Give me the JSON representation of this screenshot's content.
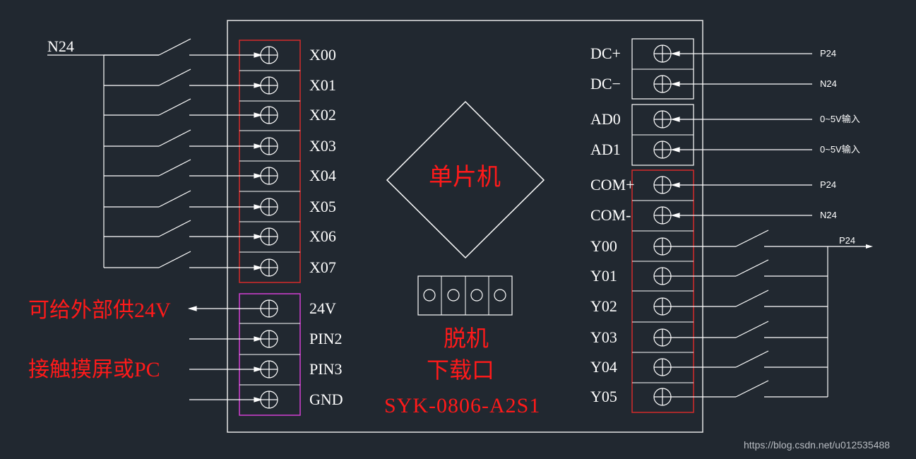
{
  "left_top_label": "N24",
  "x_inputs": [
    "X00",
    "X01",
    "X02",
    "X03",
    "X04",
    "X05",
    "X06",
    "X07"
  ],
  "power_terminals": [
    "24V",
    "PIN2",
    "PIN3",
    "GND"
  ],
  "left_notes": {
    "supply": "可给外部供24V",
    "connect": "接触摸屏或PC"
  },
  "center": {
    "mcu_label": "单片机",
    "offline_line1": "脱机",
    "offline_line2": "下载口",
    "model": "SYK-0806-A2S1"
  },
  "right_terminals": [
    {
      "label": "DC+",
      "wire": "P24"
    },
    {
      "label": "DC−",
      "wire": "N24"
    },
    {
      "label": "AD0",
      "wire": "0~5V输入"
    },
    {
      "label": "AD1",
      "wire": "0~5V输入"
    },
    {
      "label": "COM+",
      "wire": "P24"
    },
    {
      "label": "COM-",
      "wire": "N24"
    }
  ],
  "y_outputs": [
    "Y00",
    "Y01",
    "Y02",
    "Y03",
    "Y04",
    "Y05"
  ],
  "right_bus_label": "P24",
  "watermark": "https://blog.csdn.net/u012535488",
  "colors": {
    "background": "#212830",
    "line": "#ffffff",
    "red_box": "#d42a2a",
    "magenta_box": "#d23fd2",
    "red_text": "#ff1a1a"
  }
}
